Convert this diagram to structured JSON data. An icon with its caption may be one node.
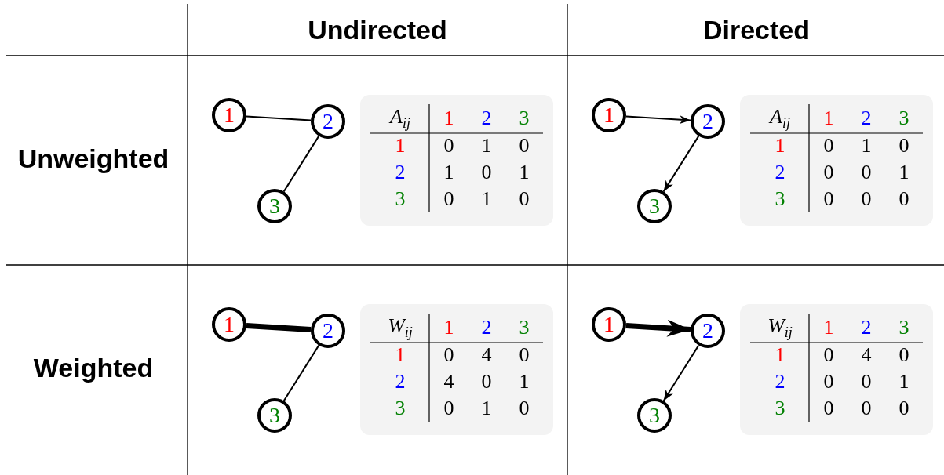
{
  "diagram": {
    "nodes": [
      {
        "text": [
          "1"
        ]
      },
      {
        "text": [
          "2"
        ]
      },
      {
        "text": [
          "3"
        ]
      },
      {
        "text": [
          "*A*$_{ij}$",
          "1",
          "2",
          "3",
          "1",
          "0",
          "1",
          "0",
          "2",
          "1",
          "0",
          "1",
          "3",
          "0",
          "1",
          "0"
        ]
      },
      {
        "text": [
          "1"
        ]
      },
      {
        "text": [
          "2"
        ]
      },
      {
        "text": [
          "3"
        ]
      },
      {
        "text": [
          "*A*$_{ij}$",
          "1",
          "2",
          "3",
          "1",
          "0",
          "1",
          "0",
          "2",
          "0",
          "0",
          "1",
          "3",
          "0",
          "0",
          "0"
        ]
      },
      {
        "text": [
          "1"
        ]
      },
      {
        "text": [
          "2"
        ]
      },
      {
        "text": [
          "3"
        ]
      },
      {
        "text": [
          "*W*$_{ij}$",
          "1",
          "2",
          "3",
          "1",
          "0",
          "4",
          "0",
          "2",
          "4",
          "0",
          "1",
          "3",
          "0",
          "1",
          "0"
        ]
      },
      {
        "text": [
          "1"
        ]
      },
      {
        "text": [
          "2"
        ]
      },
      {
        "text": [
          "3"
        ]
      },
      {
        "text": [
          "*W*$_{ij}$",
          "1",
          "2",
          "3",
          "1",
          "0",
          "4",
          "0",
          "2",
          "0",
          "0",
          "1",
          "3",
          "0",
          "0",
          "0"
        ]
      }
    ],
    "edges": [
      {
        "from": 0,
        "to": 1,
        "arrow": "none"
      },
      {
        "from": 1,
        "to": 2,
        "arrow": "none"
      },
      {
        "from": 4,
        "to": 5,
        "arrow": "to"
      },
      {
        "from": 5,
        "to": 6,
        "arrow": "to"
      },
      {
        "from": 8,
        "to": 9,
        "arrow": "none",
        "style": "thick"
      },
      {
        "from": 9,
        "to": 10,
        "arrow": "none"
      },
      {
        "from": 12,
        "to": 13,
        "arrow": "to",
        "style": "thick"
      },
      {
        "from": 13,
        "to": 14,
        "arrow": "to"
      }
    ],
    "labels": [
      "Undirected",
      "Directed",
      "Unweighted",
      "Weighted"
    ]
  }
}
